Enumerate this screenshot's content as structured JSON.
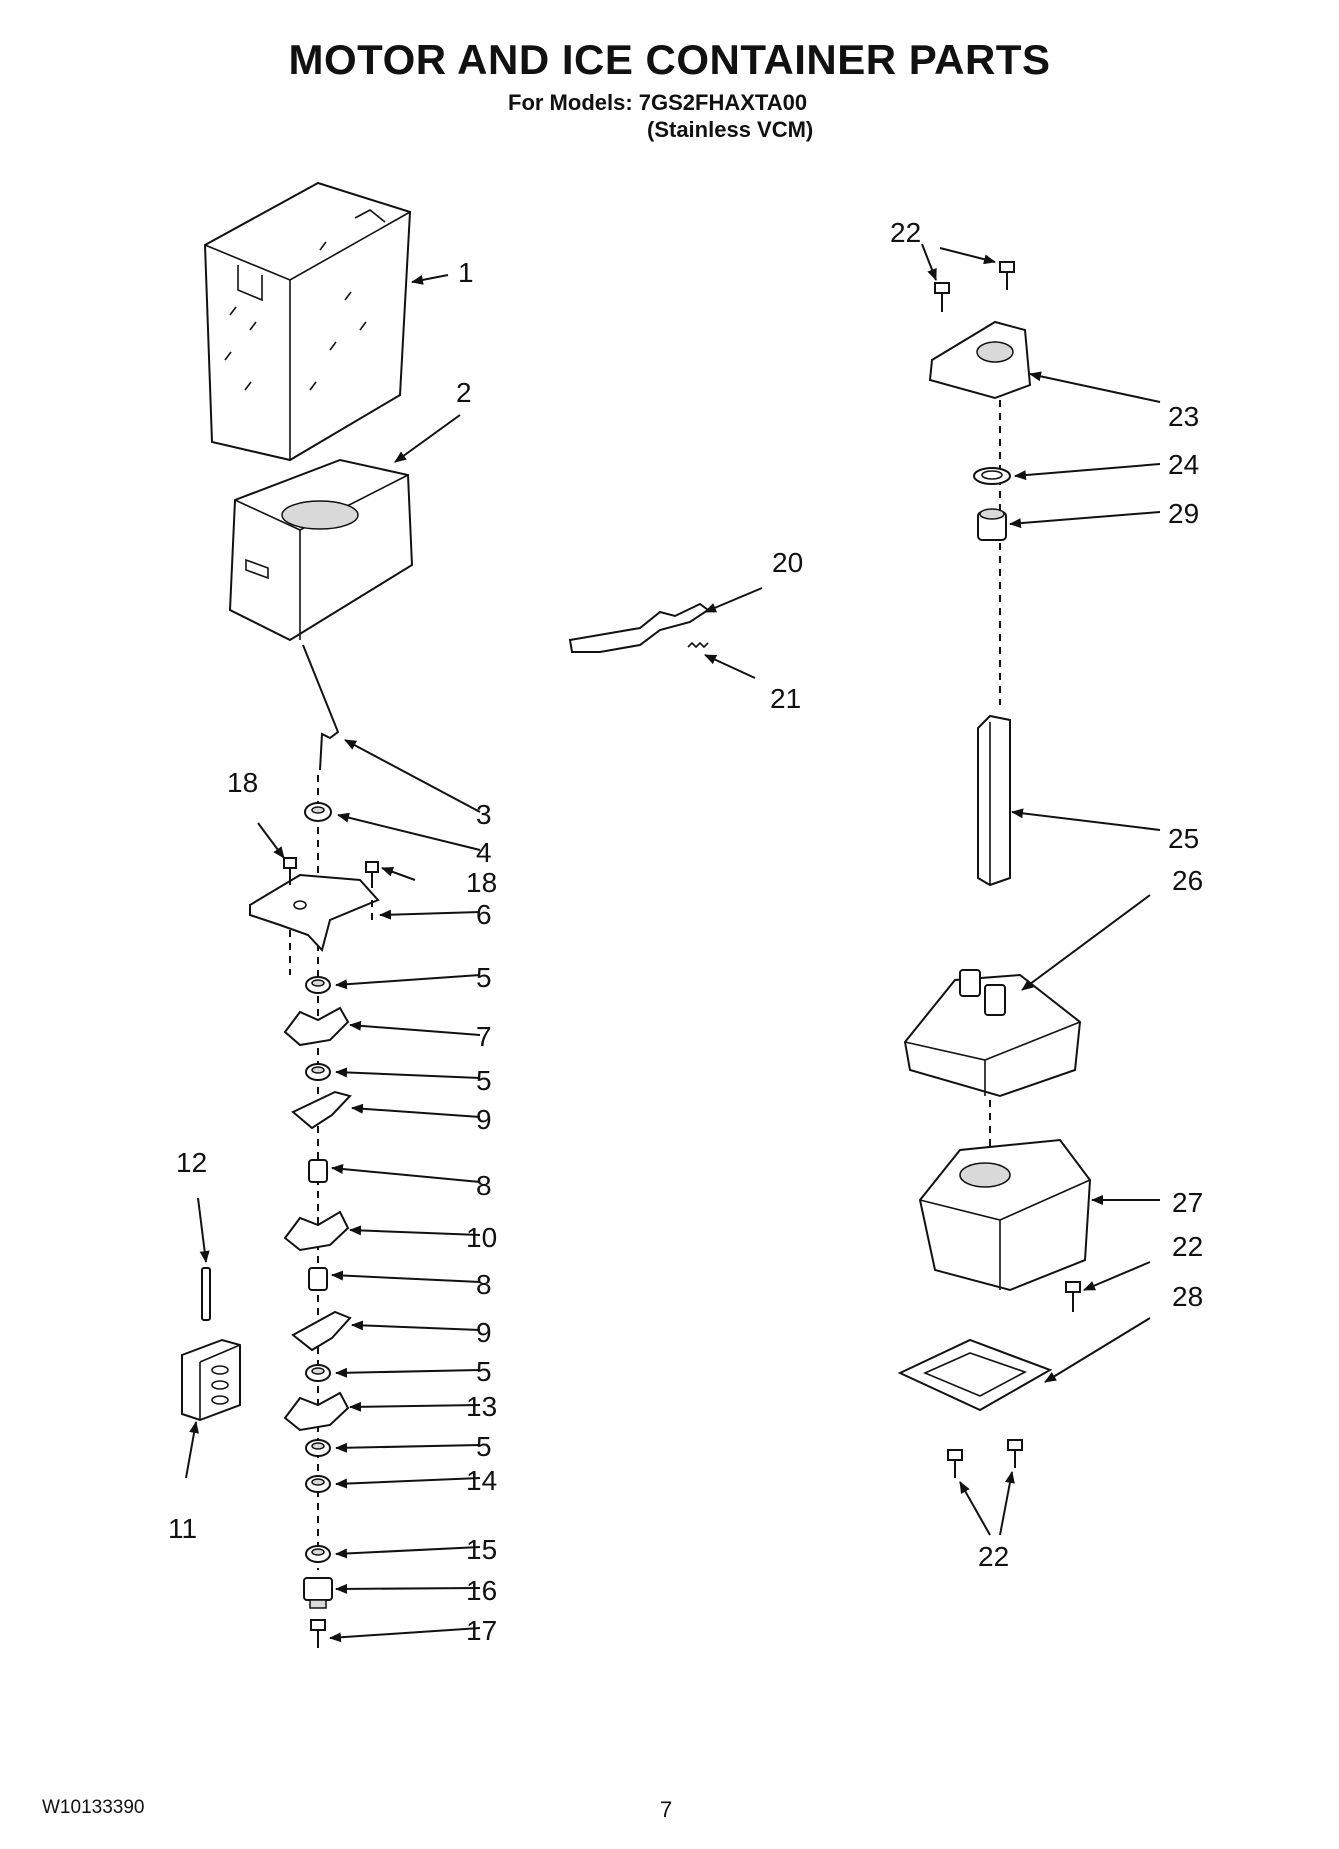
{
  "header": {
    "title": "MOTOR AND ICE CONTAINER PARTS",
    "models_line": "For Models: 7GS2FHAXTA00",
    "variant_line": "(Stainless VCM)"
  },
  "callouts": {
    "c1": "1",
    "c2": "2",
    "c3": "3",
    "c4": "4",
    "c5a": "5",
    "c5b": "5",
    "c5c": "5",
    "c5d": "5",
    "c6": "6",
    "c7": "7",
    "c8a": "8",
    "c8b": "8",
    "c9a": "9",
    "c9b": "9",
    "c10": "10",
    "c11": "11",
    "c12": "12",
    "c13": "13",
    "c14": "14",
    "c15": "15",
    "c16": "16",
    "c17": "17",
    "c18a": "18",
    "c18b": "18",
    "c20": "20",
    "c21": "21",
    "c22a": "22",
    "c22b": "22",
    "c22c": "22",
    "c23": "23",
    "c24": "24",
    "c25": "25",
    "c26": "26",
    "c27": "27",
    "c28": "28",
    "c29": "29"
  },
  "footer": {
    "doc_number": "W10133390",
    "page_number": "7"
  }
}
